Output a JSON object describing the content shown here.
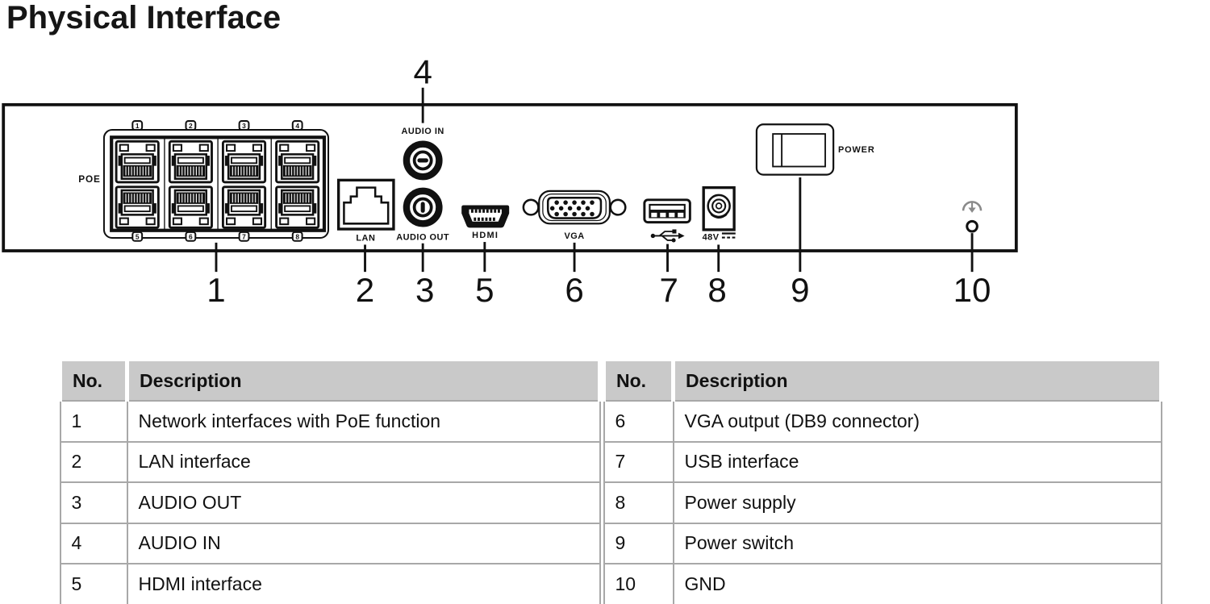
{
  "page": {
    "title": "Physical Interface"
  },
  "colors": {
    "header_bg": "#c9c9c9",
    "line": "#111111",
    "gnd_symbol": "#8a8a8a"
  },
  "panel": {
    "poe": "POE",
    "port_badges": [
      "1",
      "2",
      "3",
      "4",
      "5",
      "6",
      "7",
      "8"
    ],
    "lan": "LAN",
    "audio_in": "AUDIO IN",
    "audio_out": "AUDIO OUT",
    "hdmi": "HDMI",
    "vga": "VGA",
    "dc": "48V",
    "power": "POWER"
  },
  "callouts": [
    "1",
    "2",
    "3",
    "4",
    "5",
    "6",
    "7",
    "8",
    "9",
    "10"
  ],
  "table": {
    "header_no": "No.",
    "header_desc": "Description",
    "rows_left": [
      {
        "no": "1",
        "desc": "Network interfaces with PoE function"
      },
      {
        "no": "2",
        "desc": "LAN interface"
      },
      {
        "no": "3",
        "desc": "AUDIO OUT"
      },
      {
        "no": "4",
        "desc": "AUDIO IN"
      },
      {
        "no": "5",
        "desc": "HDMI interface"
      }
    ],
    "rows_right": [
      {
        "no": "6",
        "desc": "VGA output (DB9 connector)"
      },
      {
        "no": "7",
        "desc": "USB interface"
      },
      {
        "no": "8",
        "desc": "Power supply"
      },
      {
        "no": "9",
        "desc": "Power switch"
      },
      {
        "no": "10",
        "desc": "GND"
      }
    ]
  }
}
